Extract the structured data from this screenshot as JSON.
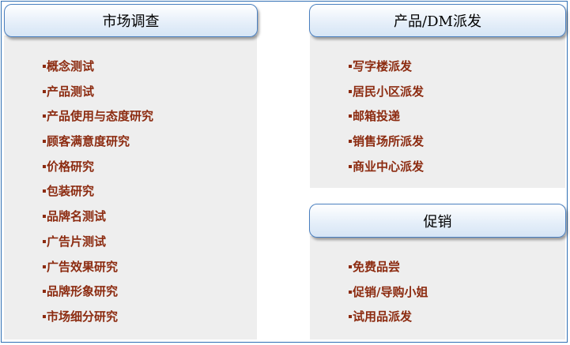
{
  "colors": {
    "frame_border": "#2f6fb4",
    "panel_bg": "#eeeeee",
    "item_text": "#8c2b10"
  },
  "sections": [
    {
      "title": "市场调查",
      "items": [
        "概念测试",
        "产品测试",
        "产品使用与态度研究",
        "顾客满意度研究",
        "价格研究",
        "包装研究",
        "品牌名测试",
        "广告片测试",
        "广告效果研究",
        "品牌形象研究",
        "市场细分研究"
      ]
    },
    {
      "title": "产品/DM派发",
      "items": [
        "写字楼派发",
        "居民小区派发",
        "邮箱投递",
        "销售场所派发",
        "商业中心派发"
      ]
    },
    {
      "title": "促销",
      "items": [
        "免费品尝",
        "促销/导购小姐",
        "试用品派发"
      ]
    }
  ]
}
